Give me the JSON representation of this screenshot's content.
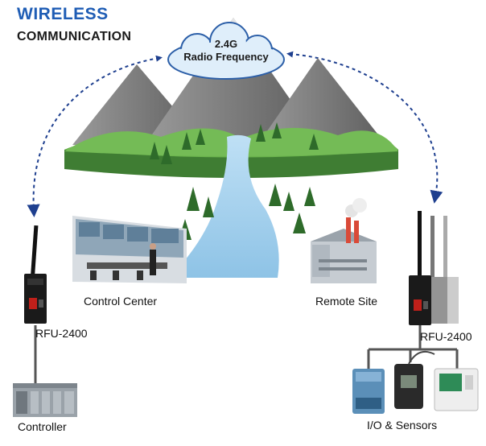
{
  "title": {
    "line1": "WIRELESS",
    "line2": "COMMUNICATION"
  },
  "cloud": {
    "line1": "2.4G",
    "line2": "Radio Frequency"
  },
  "labels": {
    "control_center": "Control Center",
    "remote_site": "Remote Site",
    "rfu_left": "RFU-2400",
    "rfu_right": "RFU-2400",
    "controller": "Controller",
    "io_sensors": "I/O & Sensors"
  },
  "colors": {
    "title_blue": "#1f5db5",
    "link_arrow": "#1e3f8f",
    "grass": "#5ea844",
    "river": "#a9d4ef",
    "mountain": "#7a7a7a"
  }
}
